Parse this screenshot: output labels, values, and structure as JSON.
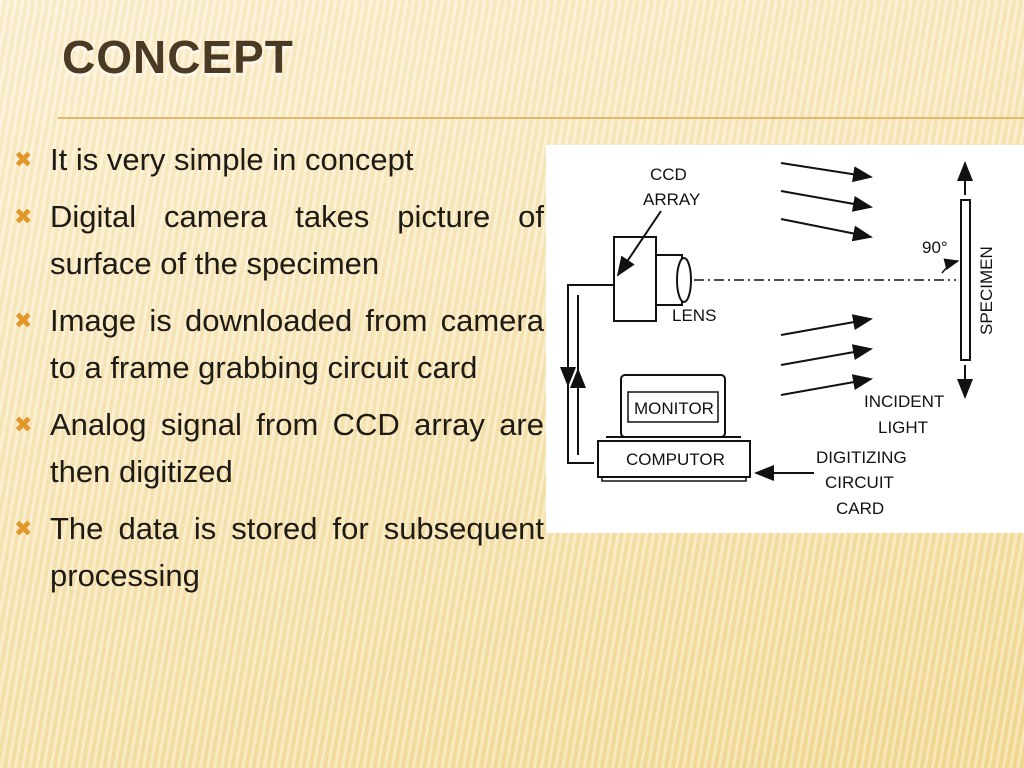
{
  "slide": {
    "title": "CONCEPT",
    "bullets": [
      "It is very simple in concept",
      "Digital camera takes picture of surface of the specimen",
      "Image is downloaded from camera to a frame grabbing circuit card",
      "Analog signal from CCD array are then digitized",
      "The data is stored for subsequent processing"
    ],
    "bullet_icon": "x-mark-icon",
    "accent_color": "#e1972c"
  },
  "diagram": {
    "labels": {
      "ccd_line1": "CCD",
      "ccd_line2": "ARRAY",
      "angle": "90°",
      "lens": "LENS",
      "specimen": "SPECIMEN",
      "monitor": "MONITOR",
      "computer": "COMPUTOR",
      "incident_line1": "INCIDENT",
      "incident_line2": "LIGHT",
      "digitizing_line1": "DIGITIZING",
      "digitizing_line2": "CIRCUIT",
      "digitizing_line3": "CARD"
    }
  }
}
